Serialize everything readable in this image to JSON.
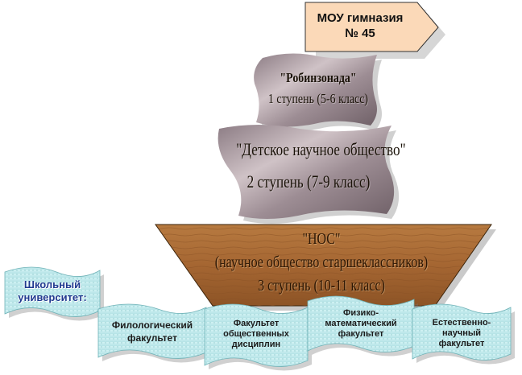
{
  "flag": {
    "line1": "МОУ гимназия",
    "line2": "№ 45"
  },
  "stage1": {
    "title": "\"Робинзонада\"",
    "subtitle": "1 ступень (5-6 класс)"
  },
  "stage2": {
    "title": "\"Детское научное общество\"",
    "subtitle": "2 ступень (7-9 класс)"
  },
  "stage3": {
    "title": "\"НОС\"",
    "subtitle": "(научное общество старшеклассников)",
    "level": "3 ступень (10-11 класс)"
  },
  "university": {
    "line1": "Школьный",
    "line2": "университет:"
  },
  "faculties": [
    {
      "line1": "Филологический",
      "line2": "факультет",
      "line3": ""
    },
    {
      "line1": "Факультет",
      "line2": "общественных",
      "line3": "дисциплин"
    },
    {
      "line1": "Физико-",
      "line2": "математический",
      "line3": "факультет"
    },
    {
      "line1": "Естественно-",
      "line2": "научный",
      "line3": "факультет"
    }
  ],
  "colors": {
    "flag_fill": "#fbd9b8",
    "sail_fill": "#a89aa0",
    "hull_fill": "#a86a34",
    "wave_fill": "#c4ecee",
    "university_text": "#1f3a8f"
  }
}
